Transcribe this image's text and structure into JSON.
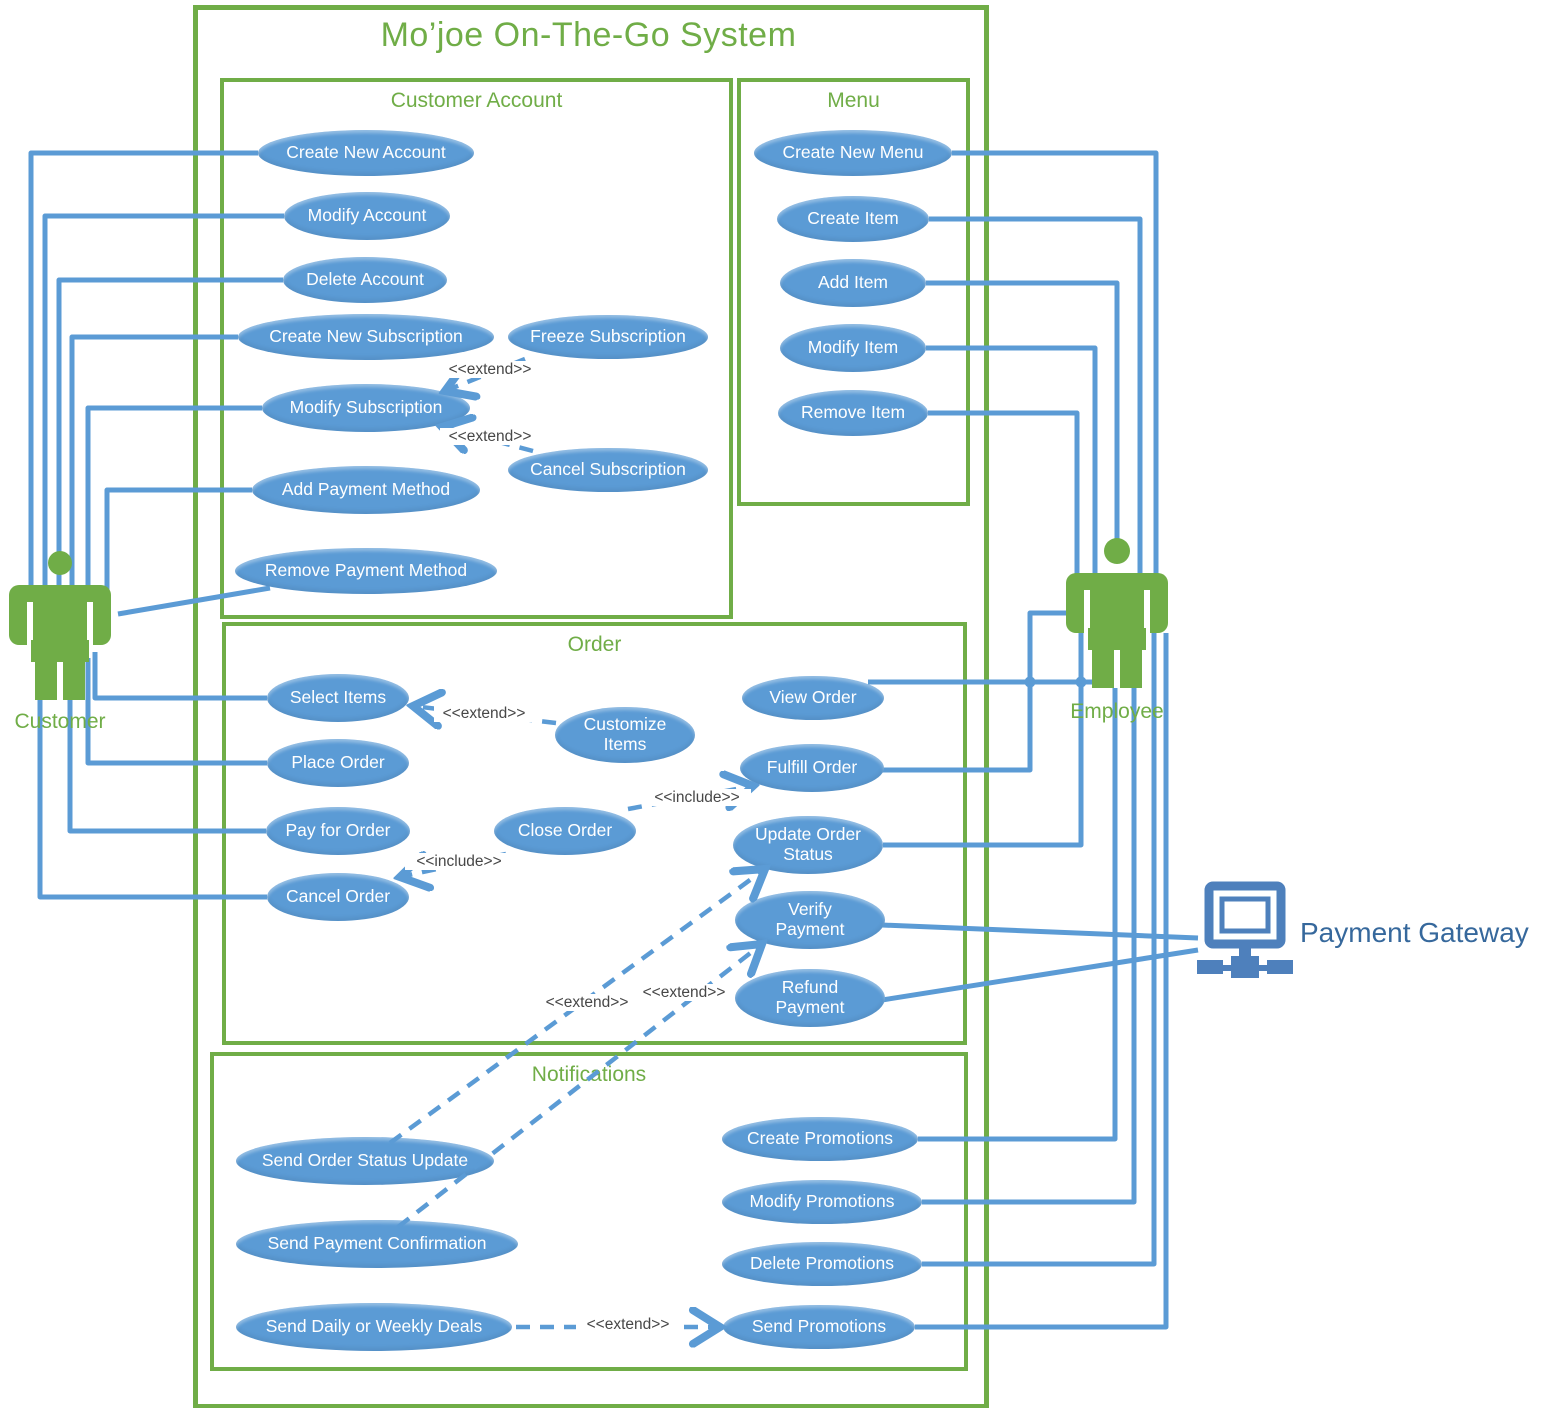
{
  "system": {
    "title": "Mo’joe On-The-Go System"
  },
  "actors": [
    {
      "label": "Customer"
    },
    {
      "label": "Employee"
    },
    {
      "label": "Payment Gateway"
    }
  ],
  "packages": [
    {
      "name": "Customer Account",
      "use_cases": [
        "Create New Account",
        "Modify Account",
        "Delete Account",
        "Create New Subscription",
        "Freeze Subscription",
        "Modify Subscription",
        "Cancel Subscription",
        "Add Payment Method",
        "Remove Payment Method"
      ]
    },
    {
      "name": "Menu",
      "use_cases": [
        "Create New Menu",
        "Create Item",
        "Add Item",
        "Modify Item",
        "Remove Item"
      ]
    },
    {
      "name": "Order",
      "use_cases": [
        "Select Items",
        "Customize Items",
        "Place Order",
        "Pay for Order",
        "Close Order",
        "Cancel Order",
        "View Order",
        "Fulfill Order",
        "Update Order Status",
        "Verify Payment",
        "Refund Payment"
      ]
    },
    {
      "name": "Notifications",
      "use_cases": [
        "Send Order Status Update",
        "Send Payment Confirmation",
        "Send Daily or Weekly Deals",
        "Create Promotions",
        "Modify Promotions",
        "Delete Promotions",
        "Send Promotions"
      ]
    }
  ],
  "relationships": [
    {
      "type": "extend",
      "from": "Freeze Subscription",
      "to": "Modify Subscription",
      "label": "<<extend>>"
    },
    {
      "type": "extend",
      "from": "Cancel Subscription",
      "to": "Modify Subscription",
      "label": "<<extend>>"
    },
    {
      "type": "extend",
      "from": "Customize Items",
      "to": "Select Items",
      "label": "<<extend>>"
    },
    {
      "type": "include",
      "from": "Close Order",
      "to": "Fulfill Order",
      "label": "<<include>>"
    },
    {
      "type": "include",
      "from": "Close Order",
      "to": "Cancel Order",
      "label": "<<include>>"
    },
    {
      "type": "extend",
      "from": "Send Order Status Update",
      "to": "Update Order Status",
      "label": "<<extend>>"
    },
    {
      "type": "extend",
      "from": "Send Payment Confirmation",
      "to": "Verify Payment",
      "label": "<<extend>>"
    },
    {
      "type": "extend",
      "from": "Send Daily or Weekly Deals",
      "to": "Send Promotions",
      "label": "<<extend>>"
    }
  ],
  "associations": {
    "customer": [
      "Create New Account",
      "Modify Account",
      "Delete Account",
      "Create New Subscription",
      "Modify Subscription",
      "Add Payment Method",
      "Remove Payment Method",
      "Select Items",
      "Place Order",
      "Pay for Order",
      "Cancel Order"
    ],
    "employee": [
      "Create New Menu",
      "Create Item",
      "Add Item",
      "Modify Item",
      "Remove Item",
      "View Order",
      "Fulfill Order",
      "Update Order Status",
      "Create Promotions",
      "Modify Promotions",
      "Delete Promotions",
      "Send Promotions"
    ],
    "payment_gateway": [
      "Verify Payment",
      "Refund Payment"
    ]
  },
  "colors": {
    "green": "#70AD47",
    "blue": "#5B9BD5",
    "icon_blue": "#4E80BC",
    "relation_text": "#474747",
    "gateway_text": "#36689C"
  }
}
